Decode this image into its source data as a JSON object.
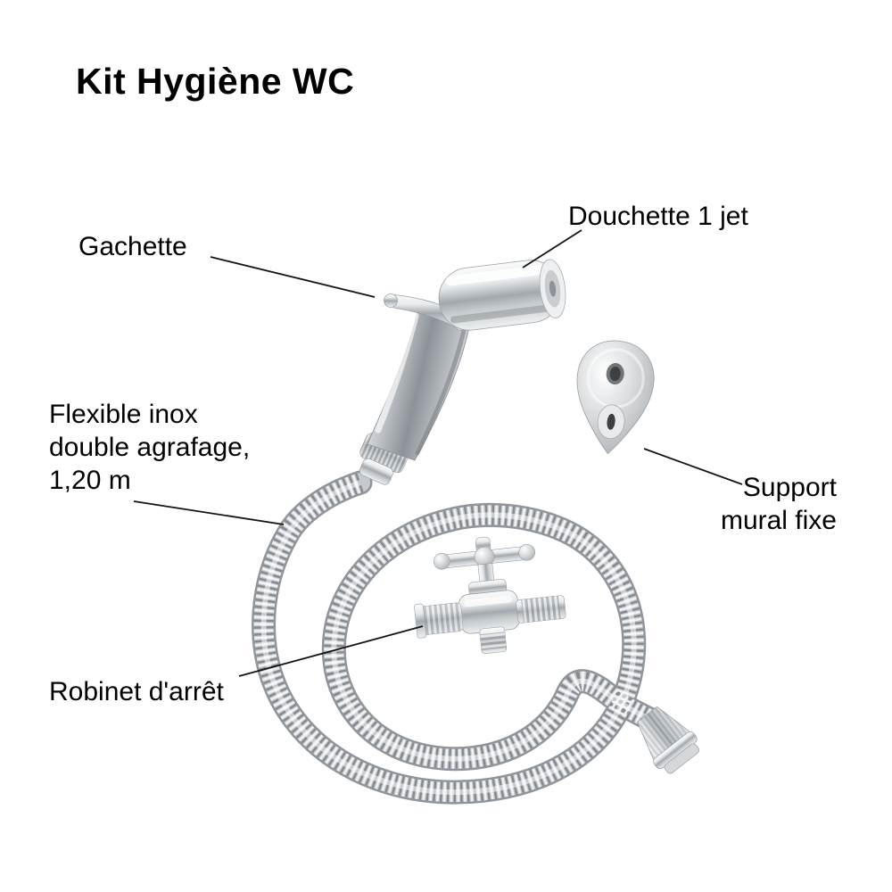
{
  "title": "Kit Hygiène WC",
  "labels": {
    "gachette": "Gachette",
    "douchette": "Douchette 1 jet",
    "flexible": "Flexible inox\ndouble agrafage,\n1,20 m",
    "support": "Support\nmural fixe",
    "robinet": "Robinet d'arrêt"
  },
  "illustration": {
    "parts": [
      "sprayer-head",
      "trigger",
      "handle",
      "knurled-connector",
      "flexible-hose-coil",
      "wall-mount",
      "shutoff-valve",
      "hose-end-fitting"
    ]
  },
  "colors": {
    "background": "#ffffff",
    "text": "#000000",
    "callout_line": "#141414",
    "chrome_light": "#f3f4f5",
    "chrome_dark": "#8d9298"
  }
}
